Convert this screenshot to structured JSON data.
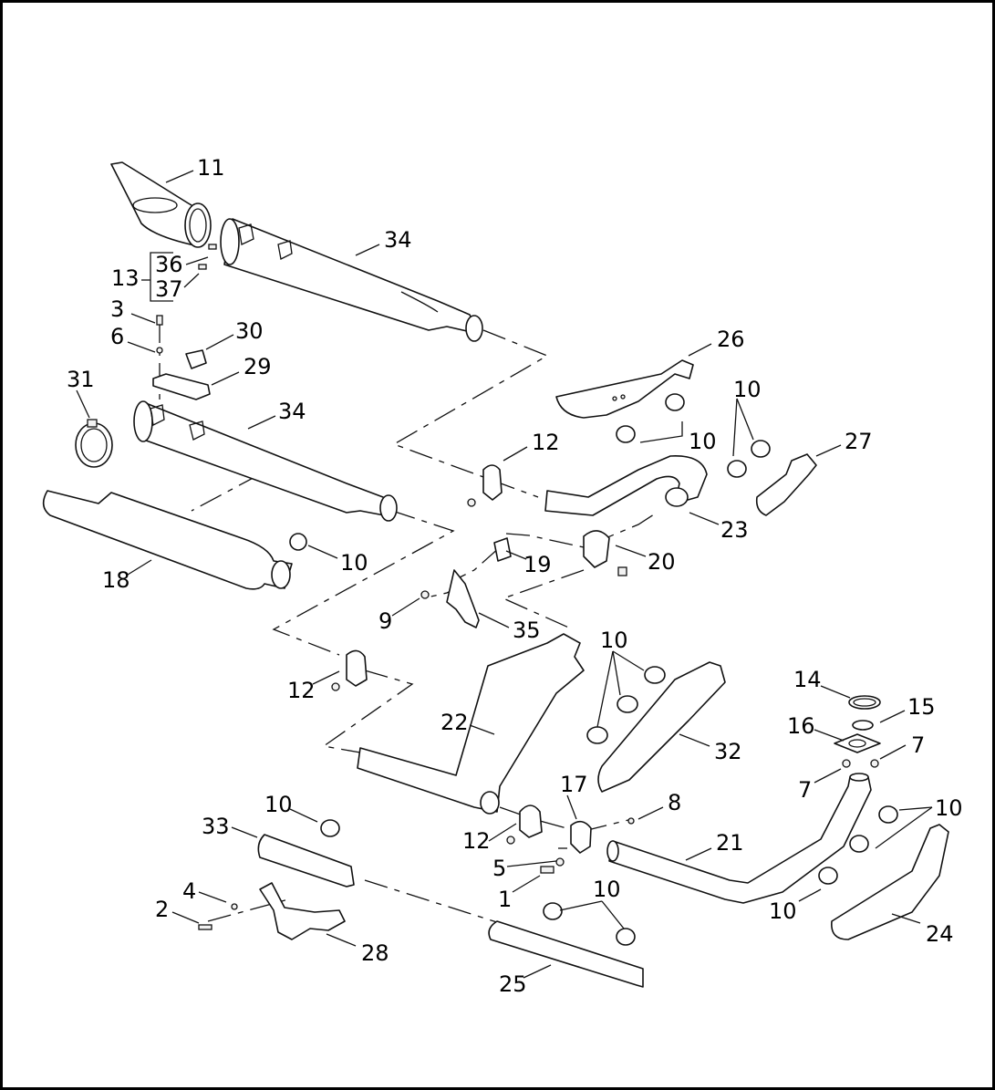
{
  "diagram": {
    "callouts": [
      {
        "id": "c-11",
        "label": "11"
      },
      {
        "id": "c-34a",
        "label": "34"
      },
      {
        "id": "c-13",
        "label": "13"
      },
      {
        "id": "c-36",
        "label": "36"
      },
      {
        "id": "c-37",
        "label": "37"
      },
      {
        "id": "c-3",
        "label": "3"
      },
      {
        "id": "c-6",
        "label": "6"
      },
      {
        "id": "c-30",
        "label": "30"
      },
      {
        "id": "c-29",
        "label": "29"
      },
      {
        "id": "c-31",
        "label": "31"
      },
      {
        "id": "c-34b",
        "label": "34"
      },
      {
        "id": "c-26",
        "label": "26"
      },
      {
        "id": "c-10a",
        "label": "10"
      },
      {
        "id": "c-10b",
        "label": "10"
      },
      {
        "id": "c-27",
        "label": "27"
      },
      {
        "id": "c-12a",
        "label": "12"
      },
      {
        "id": "c-23",
        "label": "23"
      },
      {
        "id": "c-18",
        "label": "18"
      },
      {
        "id": "c-10c",
        "label": "10"
      },
      {
        "id": "c-19",
        "label": "19"
      },
      {
        "id": "c-20",
        "label": "20"
      },
      {
        "id": "c-9",
        "label": "9"
      },
      {
        "id": "c-35",
        "label": "35"
      },
      {
        "id": "c-10d",
        "label": "10"
      },
      {
        "id": "c-12b",
        "label": "12"
      },
      {
        "id": "c-14",
        "label": "14"
      },
      {
        "id": "c-15",
        "label": "15"
      },
      {
        "id": "c-22",
        "label": "22"
      },
      {
        "id": "c-16",
        "label": "16"
      },
      {
        "id": "c-7a",
        "label": "7"
      },
      {
        "id": "c-32",
        "label": "32"
      },
      {
        "id": "c-7b",
        "label": "7"
      },
      {
        "id": "c-17",
        "label": "17"
      },
      {
        "id": "c-8",
        "label": "8"
      },
      {
        "id": "c-10e",
        "label": "10"
      },
      {
        "id": "c-10f",
        "label": "10"
      },
      {
        "id": "c-33",
        "label": "33"
      },
      {
        "id": "c-12c",
        "label": "12"
      },
      {
        "id": "c-21",
        "label": "21"
      },
      {
        "id": "c-5",
        "label": "5"
      },
      {
        "id": "c-4",
        "label": "4"
      },
      {
        "id": "c-1",
        "label": "1"
      },
      {
        "id": "c-10g",
        "label": "10"
      },
      {
        "id": "c-2",
        "label": "2"
      },
      {
        "id": "c-10h",
        "label": "10"
      },
      {
        "id": "c-24",
        "label": "24"
      },
      {
        "id": "c-28",
        "label": "28"
      },
      {
        "id": "c-25",
        "label": "25"
      }
    ]
  }
}
